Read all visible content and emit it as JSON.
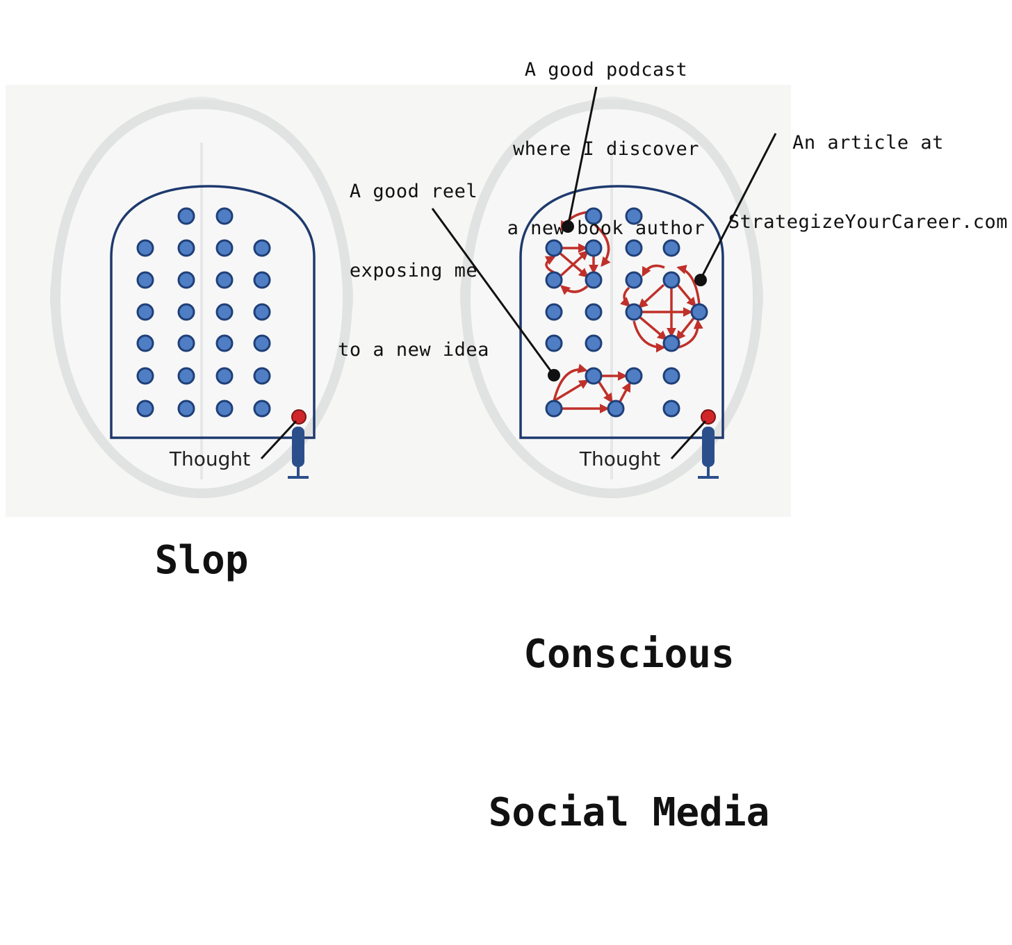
{
  "panels": [
    {
      "id": "left",
      "caption": "Slop",
      "thought_label": "Thought"
    },
    {
      "id": "right",
      "caption_line1": "Conscious",
      "caption_line2": "Social Media",
      "thought_label": "Thought"
    }
  ],
  "annotations": {
    "podcast": [
      "A good podcast",
      "where I discover",
      "a new book author"
    ],
    "reel": [
      "A good reel",
      "exposing me",
      "to a new idea"
    ],
    "article": [
      "An article at",
      "StrategizeYourCareer.com"
    ]
  },
  "colors": {
    "neuron_fill": "#4f7ec4",
    "neuron_stroke": "#1f3f78",
    "outline": "#1e3a6e",
    "link": "#c0302a",
    "thought_dot": "#d0262a",
    "brain": "#e9eaea"
  },
  "neuron_grid": {
    "columns": 4,
    "rows": 7,
    "top_row_columns": [
      2,
      3
    ]
  },
  "clusters": {
    "podcast_cluster_size": 5,
    "reel_cluster_size": 4,
    "article_cluster_size": 5
  }
}
